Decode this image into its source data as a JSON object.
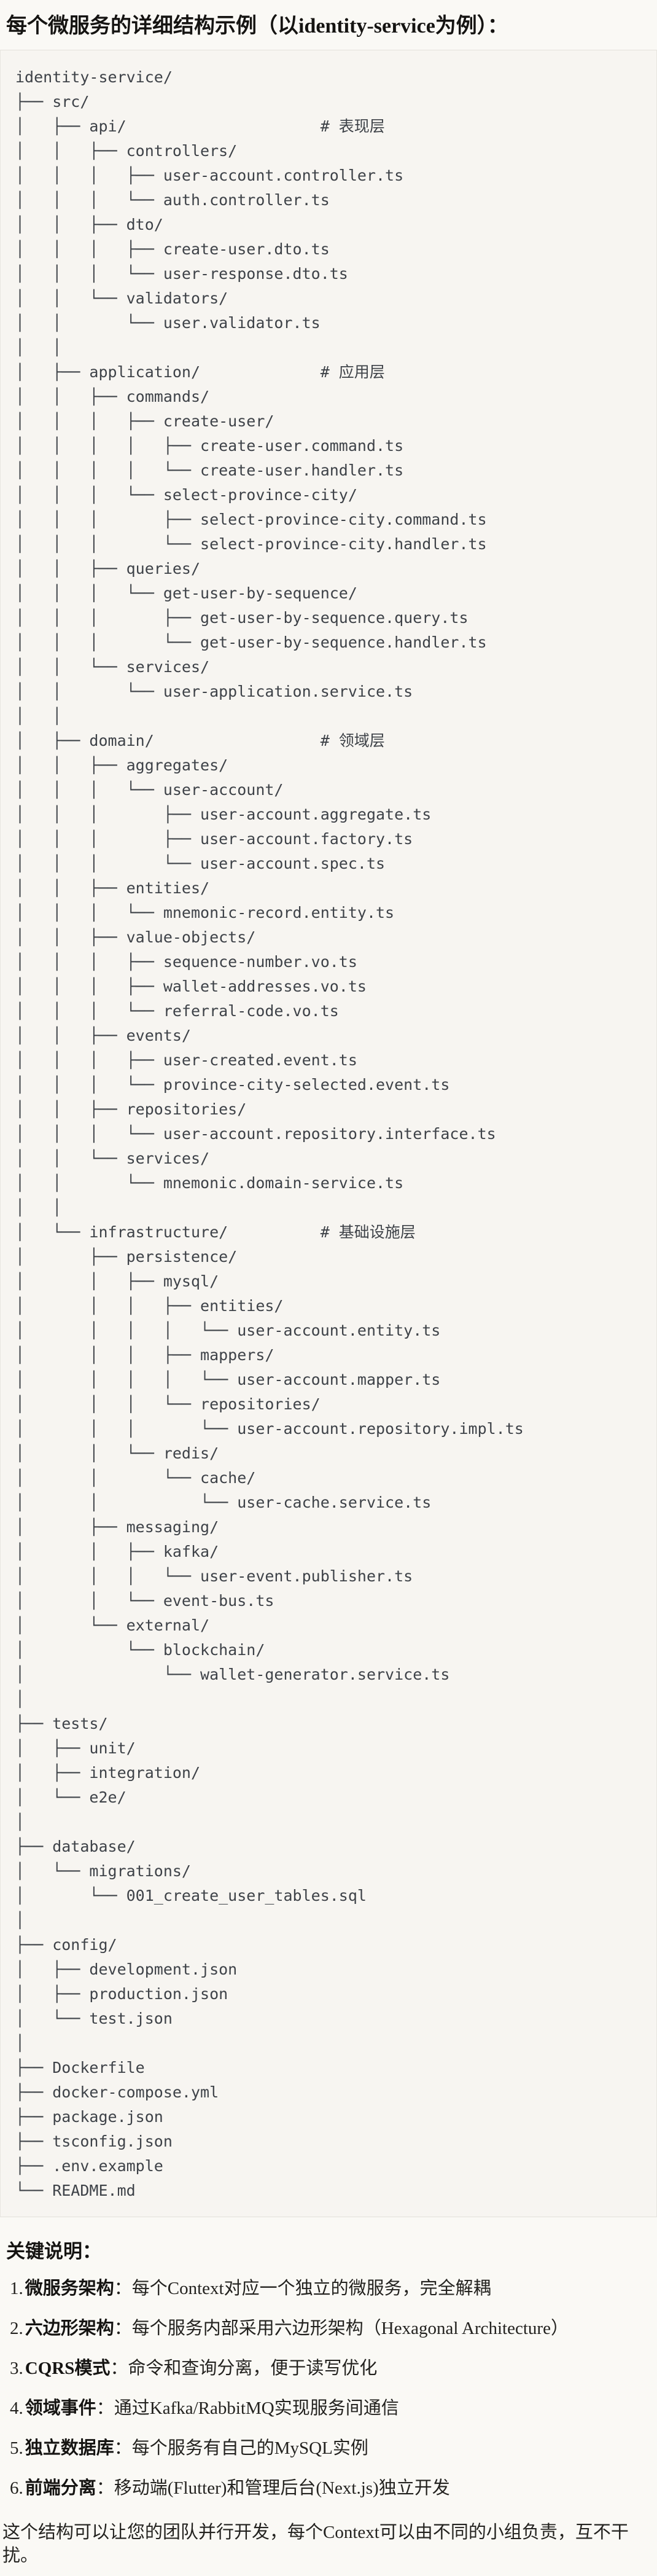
{
  "title": "每个微服务的详细结构示例（以identity-service为例）：",
  "tree_lines": [
    "identity-service/",
    "├── src/",
    "│   ├── api/                     # 表现层",
    "│   │   ├── controllers/",
    "│   │   │   ├── user-account.controller.ts",
    "│   │   │   └── auth.controller.ts",
    "│   │   ├── dto/",
    "│   │   │   ├── create-user.dto.ts",
    "│   │   │   └── user-response.dto.ts",
    "│   │   └── validators/",
    "│   │       └── user.validator.ts",
    "│   │",
    "│   ├── application/             # 应用层",
    "│   │   ├── commands/",
    "│   │   │   ├── create-user/",
    "│   │   │   │   ├── create-user.command.ts",
    "│   │   │   │   └── create-user.handler.ts",
    "│   │   │   └── select-province-city/",
    "│   │   │       ├── select-province-city.command.ts",
    "│   │   │       └── select-province-city.handler.ts",
    "│   │   ├── queries/",
    "│   │   │   └── get-user-by-sequence/",
    "│   │   │       ├── get-user-by-sequence.query.ts",
    "│   │   │       └── get-user-by-sequence.handler.ts",
    "│   │   └── services/",
    "│   │       └── user-application.service.ts",
    "│   │",
    "│   ├── domain/                  # 领域层",
    "│   │   ├── aggregates/",
    "│   │   │   └── user-account/",
    "│   │   │       ├── user-account.aggregate.ts",
    "│   │   │       ├── user-account.factory.ts",
    "│   │   │       └── user-account.spec.ts",
    "│   │   ├── entities/",
    "│   │   │   └── mnemonic-record.entity.ts",
    "│   │   ├── value-objects/",
    "│   │   │   ├── sequence-number.vo.ts",
    "│   │   │   ├── wallet-addresses.vo.ts",
    "│   │   │   └── referral-code.vo.ts",
    "│   │   ├── events/",
    "│   │   │   ├── user-created.event.ts",
    "│   │   │   └── province-city-selected.event.ts",
    "│   │   ├── repositories/",
    "│   │   │   └── user-account.repository.interface.ts",
    "│   │   └── services/",
    "│   │       └── mnemonic.domain-service.ts",
    "│   │",
    "│   └── infrastructure/          # 基础设施层",
    "│       ├── persistence/",
    "│       │   ├── mysql/",
    "│       │   │   ├── entities/",
    "│       │   │   │   └── user-account.entity.ts",
    "│       │   │   ├── mappers/",
    "│       │   │   │   └── user-account.mapper.ts",
    "│       │   │   └── repositories/",
    "│       │   │       └── user-account.repository.impl.ts",
    "│       │   └── redis/",
    "│       │       └── cache/",
    "│       │           └── user-cache.service.ts",
    "│       ├── messaging/",
    "│       │   ├── kafka/",
    "│       │   │   └── user-event.publisher.ts",
    "│       │   └── event-bus.ts",
    "│       └── external/",
    "│           └── blockchain/",
    "│               └── wallet-generator.service.ts",
    "│",
    "├── tests/",
    "│   ├── unit/",
    "│   ├── integration/",
    "│   └── e2e/",
    "│",
    "├── database/",
    "│   └── migrations/",
    "│       └── 001_create_user_tables.sql",
    "│",
    "├── config/",
    "│   ├── development.json",
    "│   ├── production.json",
    "│   └── test.json",
    "│",
    "├── Dockerfile",
    "├── docker-compose.yml",
    "├── package.json",
    "├── tsconfig.json",
    "├── .env.example",
    "└── README.md"
  ],
  "notes": {
    "heading": "关键说明：",
    "items": [
      {
        "num": "1.",
        "label": "微服务架构",
        "text": "：每个Context对应一个独立的微服务，完全解耦"
      },
      {
        "num": "2.",
        "label": "六边形架构",
        "text": "：每个服务内部采用六边形架构（Hexagonal Architecture）"
      },
      {
        "num": "3.",
        "label": "CQRS模式",
        "text": "：命令和查询分离，便于读写优化"
      },
      {
        "num": "4.",
        "label": "领域事件",
        "text": "：通过Kafka/RabbitMQ实现服务间通信"
      },
      {
        "num": "5.",
        "label": "独立数据库",
        "text": "：每个服务有自己的MySQL实例"
      },
      {
        "num": "6.",
        "label": "前端分离",
        "text": "：移动端(Flutter)和管理后台(Next.js)独立开发"
      }
    ],
    "footer": "这个结构可以让您的团队并行开发，每个Context可以由不同的小组负责，互不干扰。"
  }
}
